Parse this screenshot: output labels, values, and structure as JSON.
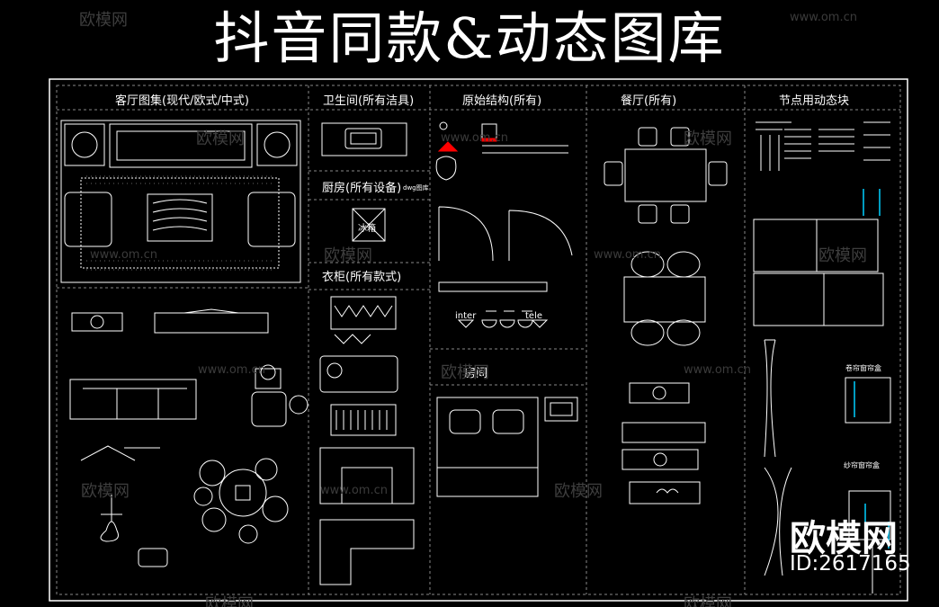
{
  "title": "抖音同款&动态图库",
  "sections": {
    "living_room": "客厅图集(现代/欧式/中式)",
    "bathroom": "卫生间(所有洁具)",
    "kitchen": "厨房(所有设备)",
    "kitchen_note": "dwg图库",
    "wardrobe": "衣柜(所有款式)",
    "structure": "原始结构(所有)",
    "dining": "餐厅(所有)",
    "bedroom": "房间",
    "nodes": "节点用动态块"
  },
  "labels": {
    "fridge": "冰箱",
    "inter": "inter",
    "tele": "tele",
    "roller_curtain_box": "卷帘窗帘盒",
    "sheer_curtain_box": "纱帘窗帘盒"
  },
  "watermark": {
    "url": "www.om.cn",
    "cn": "欧模网"
  },
  "brand": {
    "name": "欧模网",
    "id": "ID:2617165"
  },
  "colors": {
    "background": "#000000",
    "lines": "#ffffff",
    "accent": "#ff0000",
    "cyan": "#00d0ff"
  }
}
